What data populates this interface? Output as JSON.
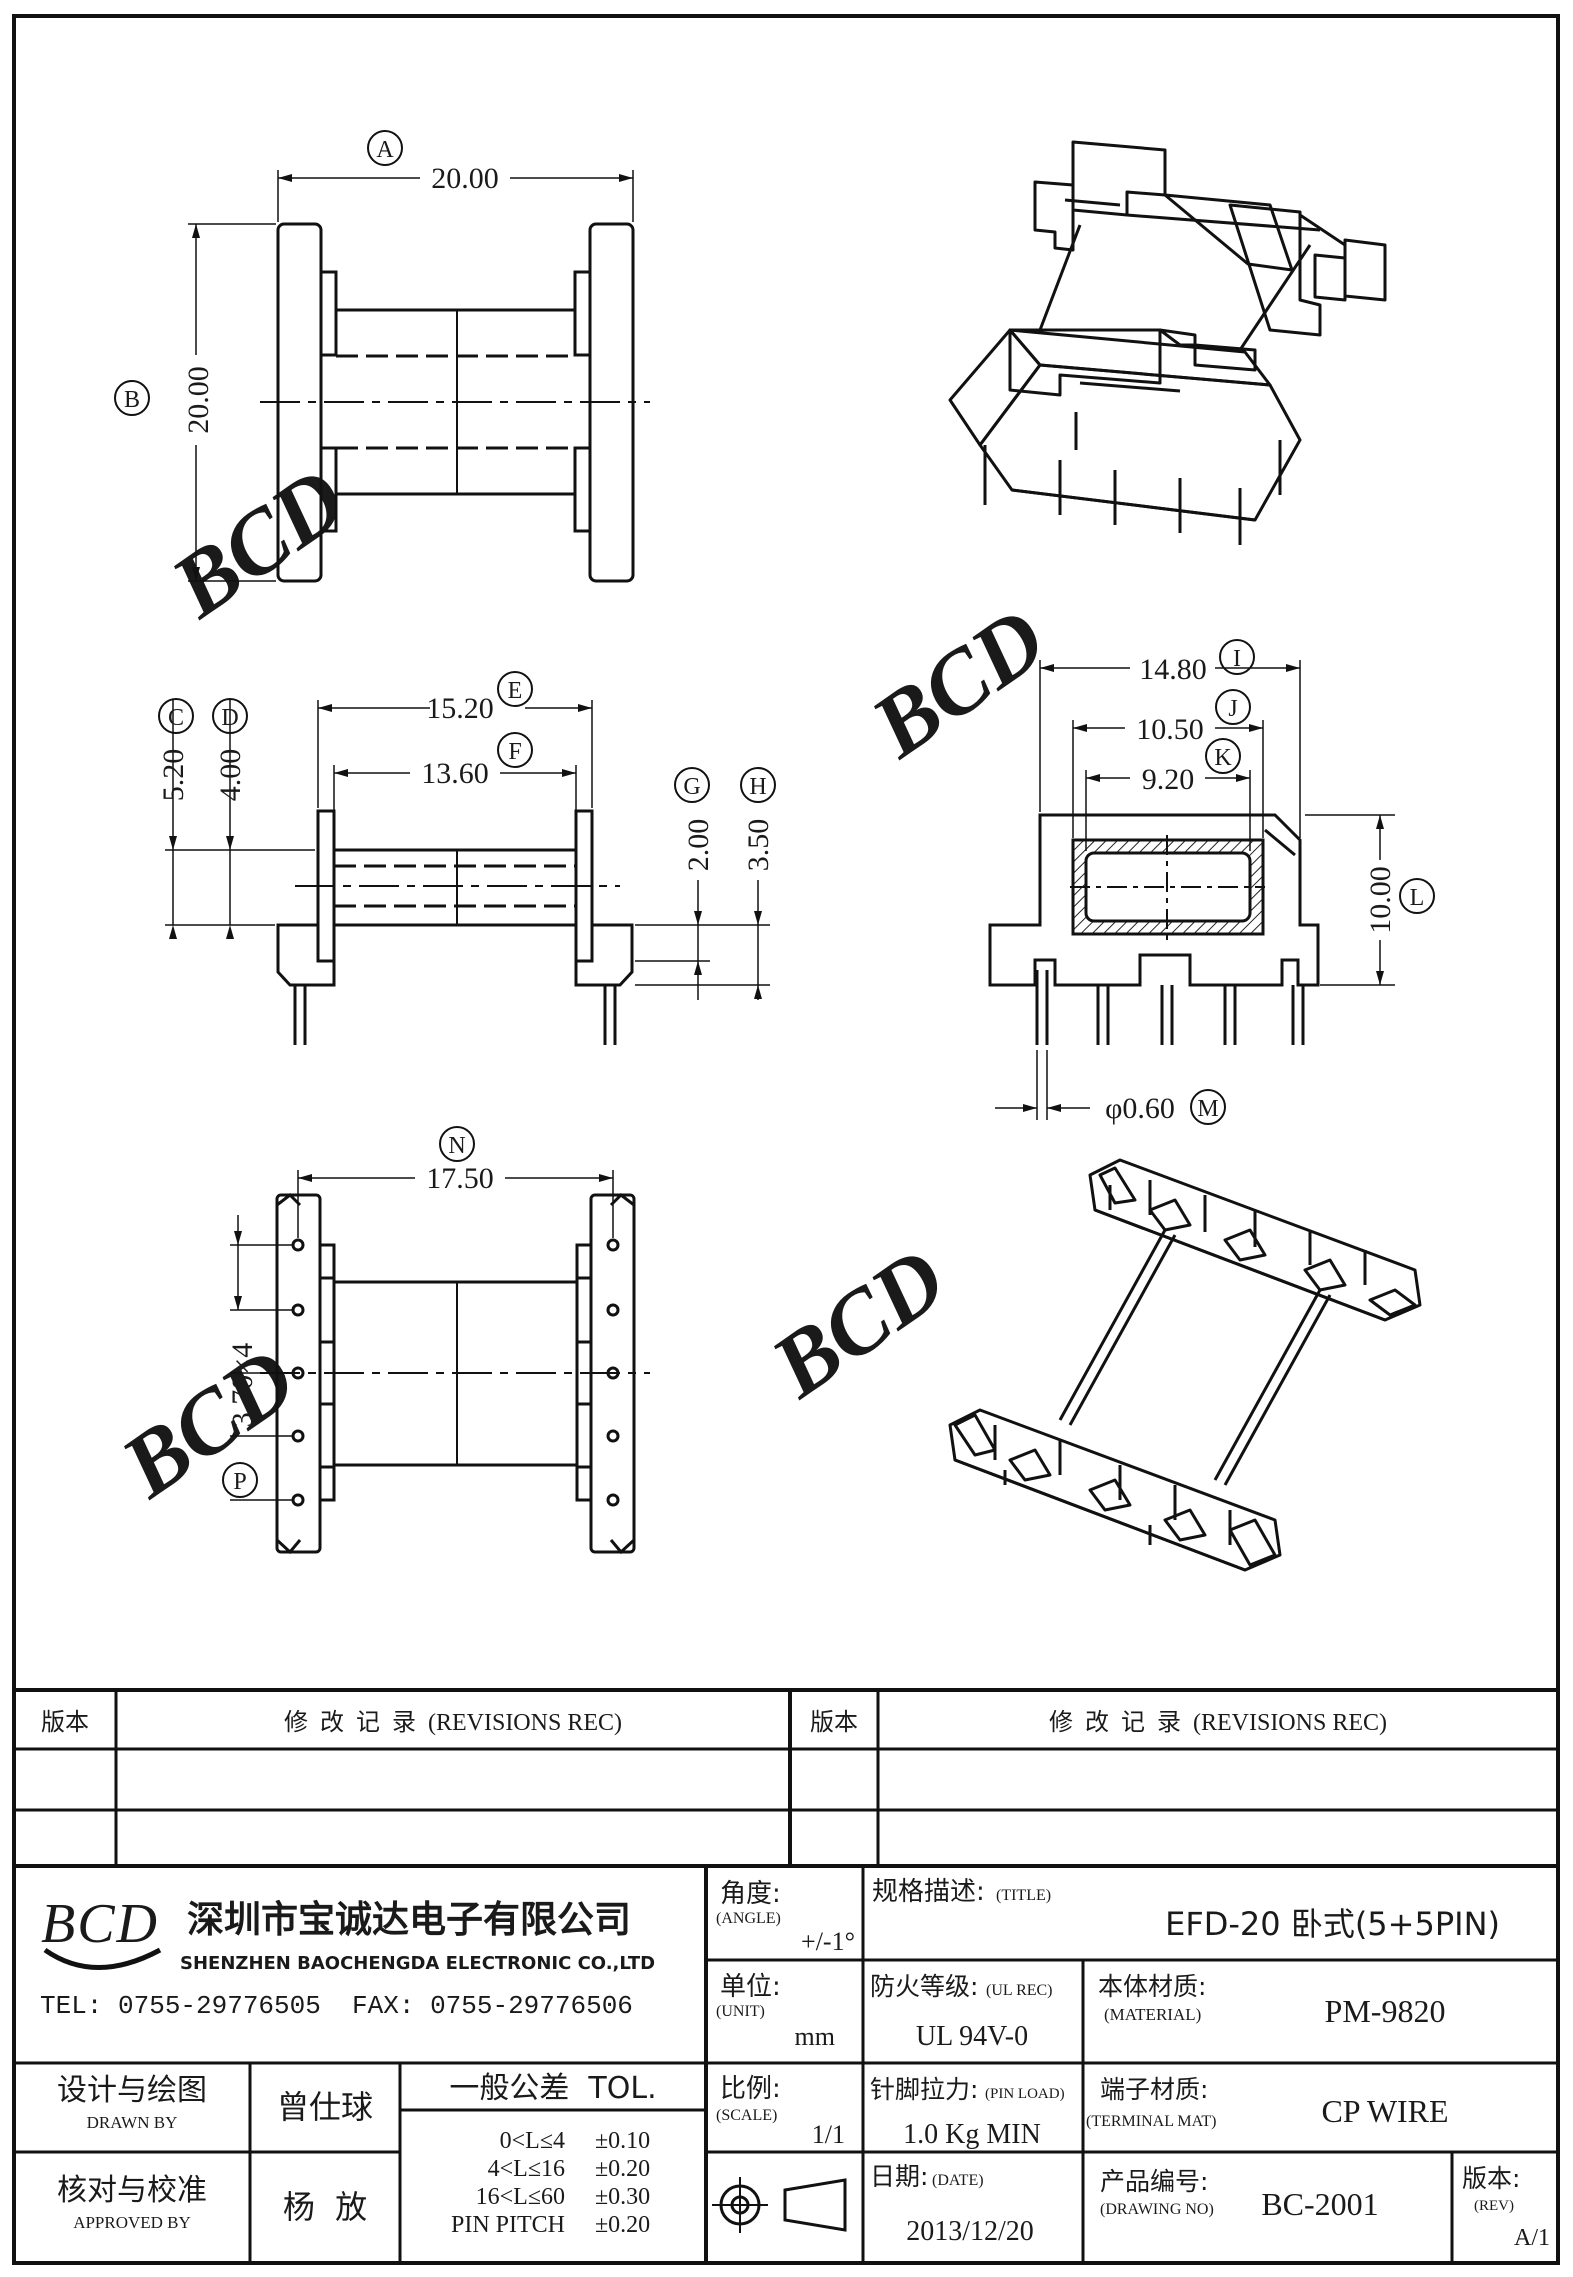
{
  "dimensions": {
    "A": {
      "label": "A",
      "value": "20.00"
    },
    "B": {
      "label": "B",
      "value": "20.00"
    },
    "C": {
      "label": "C",
      "value": "5.20"
    },
    "D": {
      "label": "D",
      "value": "4.00"
    },
    "E": {
      "label": "E",
      "value": "15.20"
    },
    "F": {
      "label": "F",
      "value": "13.60"
    },
    "G": {
      "label": "G",
      "value": "2.00"
    },
    "H": {
      "label": "H",
      "value": "3.50"
    },
    "I": {
      "label": "I",
      "value": "14.80"
    },
    "J": {
      "label": "J",
      "value": "10.50"
    },
    "K": {
      "label": "K",
      "value": "9.20"
    },
    "L": {
      "label": "L",
      "value": "10.00"
    },
    "M": {
      "label": "M",
      "value": "φ0.60"
    },
    "N": {
      "label": "N",
      "value": "17.50"
    },
    "P": {
      "label": "P",
      "value": "3.70×4"
    }
  },
  "watermark": "BCD",
  "revisions": {
    "col_version": "版本",
    "col_record": "修  改  记  录  (REVISIONS REC)"
  },
  "company": {
    "logo": "BCD",
    "name_cn": "深圳市宝诚达电子有限公司",
    "name_en": "SHENZHEN BAOCHENGDA ELECTRONIC CO.,LTD",
    "contact": "TEL: 0755-29776505  FAX: 0755-29776506"
  },
  "angle": {
    "label": "角度:",
    "label_en": "(ANGLE)",
    "value": "+/-1°"
  },
  "title": {
    "label": "规格描述:",
    "label_en": "(TITLE)",
    "value": "EFD-20 卧式(5+5PIN)"
  },
  "unit": {
    "label": "单位:",
    "label_en": "(UNIT)",
    "value": "mm"
  },
  "ul": {
    "label": "防火等级:",
    "label_en": "(UL REC)",
    "value": "UL 94V-0"
  },
  "material": {
    "label": "本体材质:",
    "label_en": "(MATERIAL)",
    "value": "PM-9820"
  },
  "drawn": {
    "label": "设计与绘图",
    "label_en": "DRAWN BY",
    "value": "曾仕球"
  },
  "approved": {
    "label": "核对与校准",
    "label_en": "APPROVED BY",
    "value": "杨  放"
  },
  "tolerance": {
    "title": "一般公差  TOL.",
    "rows": [
      {
        "range": "0<L≤4",
        "tol": "±0.10"
      },
      {
        "range": "4<L≤16",
        "tol": "±0.20"
      },
      {
        "range": "16<L≤60",
        "tol": "±0.30"
      },
      {
        "range": "PIN PITCH",
        "tol": "±0.20"
      }
    ]
  },
  "scale": {
    "label": "比例:",
    "label_en": "(SCALE)",
    "value": "1/1"
  },
  "pin_load": {
    "label": "针脚拉力:",
    "label_en": "(PIN LOAD)",
    "value": "1.0 Kg MIN"
  },
  "terminal": {
    "label": "端子材质:",
    "label_en": "(TERMINAL MAT)",
    "value": "CP WIRE"
  },
  "date": {
    "label": "日期:",
    "label_en": "(DATE)",
    "value": "2013/12/20"
  },
  "drawing_no": {
    "label": "产品编号:",
    "label_en": "(DRAWING NO)",
    "value": "BC-2001"
  },
  "rev": {
    "label": "版本:",
    "label_en": "(REV)",
    "value": "A/1"
  }
}
